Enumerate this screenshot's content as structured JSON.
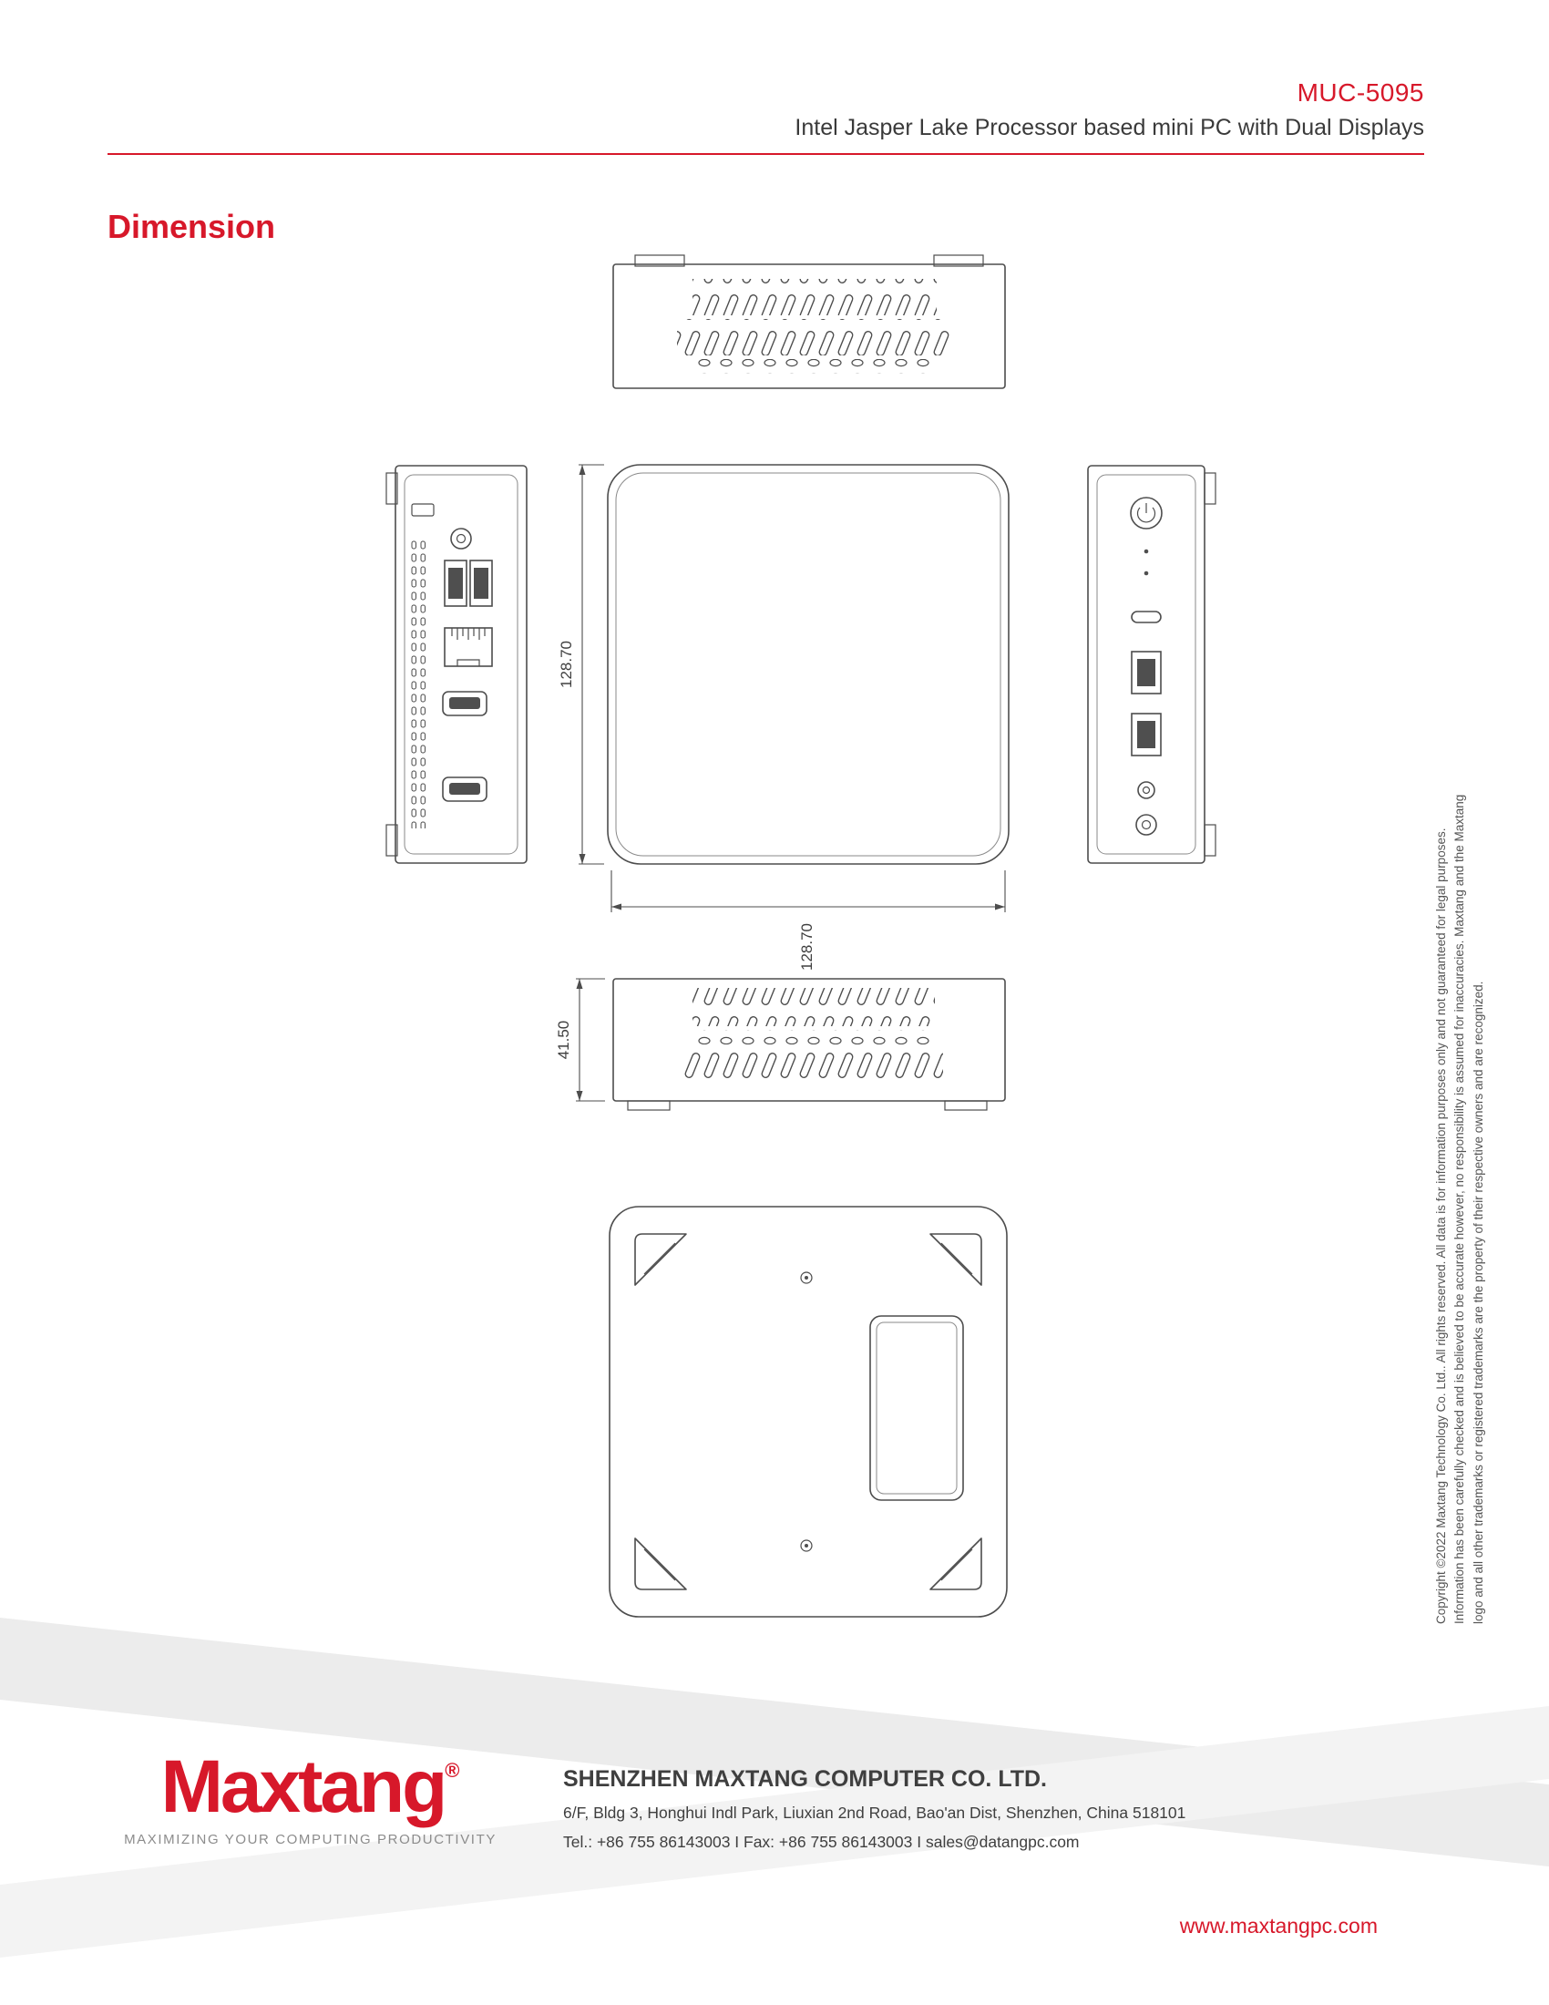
{
  "header": {
    "model": "MUC-5095",
    "subtitle": "Intel Jasper Lake Processor based mini PC with Dual Displays"
  },
  "section": {
    "title": "Dimension"
  },
  "dimensions": {
    "height_label": "128.70",
    "width_label": "128.70",
    "depth_label": "41.50"
  },
  "legal": {
    "copyright": "Copyright ©2022 Maxtang Technology Co. Ltd.. All rights reserved. All data is for information purposes only and not guaranteed for legal purposes. Information has been carefully checked and is believed to be accurate however, no responsibility is assumed for inaccuracies. Maxtang and the Maxtang logo and all other trademarks or registered trademarks are the property of their respective owners and are recognized."
  },
  "footer": {
    "logo": "Maxtang",
    "logo_reg": "®",
    "tagline": "MAXIMIZING YOUR COMPUTING PRODUCTIVITY",
    "company": "SHENZHEN MAXTANG COMPUTER CO. LTD.",
    "address": "6/F, Bldg 3, Honghui Indl Park, Liuxian 2nd Road, Bao'an Dist, Shenzhen, China 518101",
    "contact": "Tel.: +86 755 86143003  I  Fax: +86 755 86143003   I  sales@datangpc.com",
    "website": "www.maxtangpc.com"
  }
}
